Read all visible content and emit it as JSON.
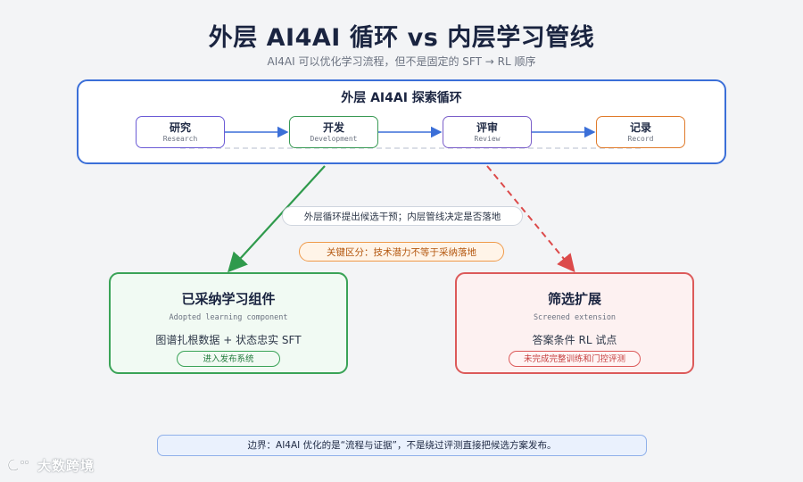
{
  "title": "外层 AI4AI 循环 vs 内层学习管线",
  "subtitle": "AI4AI 可以优化学习流程，但不是固定的 SFT → RL 顺序",
  "outer_loop": {
    "title": "外层 AI4AI 探索循环",
    "stages": [
      {
        "zh": "研究",
        "en": "Research"
      },
      {
        "zh": "开发",
        "en": "Development"
      },
      {
        "zh": "评审",
        "en": "Review"
      },
      {
        "zh": "记录",
        "en": "Record"
      }
    ]
  },
  "notes": {
    "handoff": "外层循环提出候选干预；内层管线决定是否落地",
    "key_distinction": "关键区分：技术潜力不等于采纳落地"
  },
  "adopted": {
    "title": "已采纳学习组件",
    "subtitle": "Adopted learning component",
    "body": "图谱扎根数据 + 状态忠实 SFT",
    "tag": "进入发布系统"
  },
  "screened": {
    "title": "筛选扩展",
    "subtitle": "Screened extension",
    "body": "答案条件 RL 试点",
    "tag": "未完成完整训练和门控评测"
  },
  "boundary": "边界：AI4AI 优化的是“流程与证据”，不是绕过评测直接把候选方案发布。",
  "watermark": "大数跨境",
  "colors": {
    "outer_border": "#3b6fd8",
    "adopted": "#3aa357",
    "screened": "#dc5a5a",
    "key_note": "#ef9a4a"
  }
}
